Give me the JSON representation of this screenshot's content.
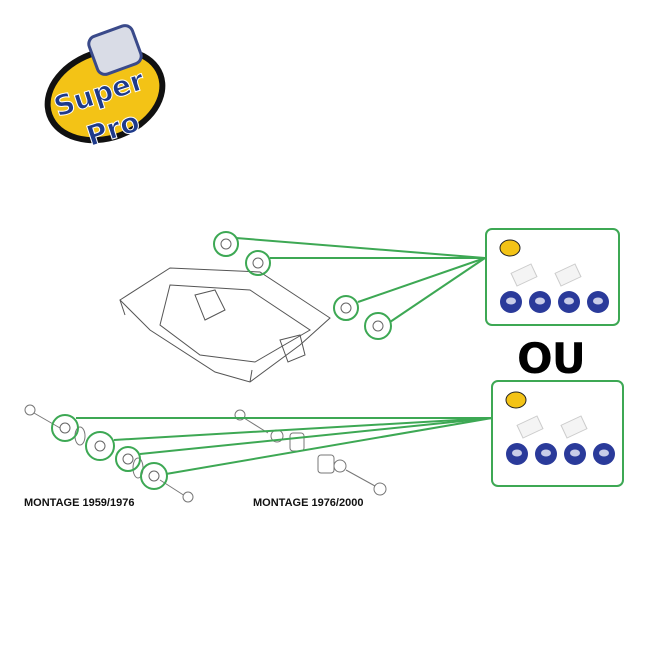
{
  "logo": {
    "text": "SuperPro"
  },
  "separator": "OU",
  "labels": {
    "mount_a": "MONTAGE 1959/1976",
    "mount_b": "MONTAGE 1976/2000"
  },
  "kits": [
    {
      "bushing_count": 4,
      "packet_count": 2,
      "bushing_color": "#2a3a9a"
    },
    {
      "bushing_count": 4,
      "packet_count": 2,
      "bushing_color": "#2a3a9a"
    }
  ],
  "colors": {
    "callout": "#3da854",
    "logo_yellow": "#f3c316",
    "logo_blue": "#1e3a8a",
    "bushing": "#2a3a9a"
  }
}
